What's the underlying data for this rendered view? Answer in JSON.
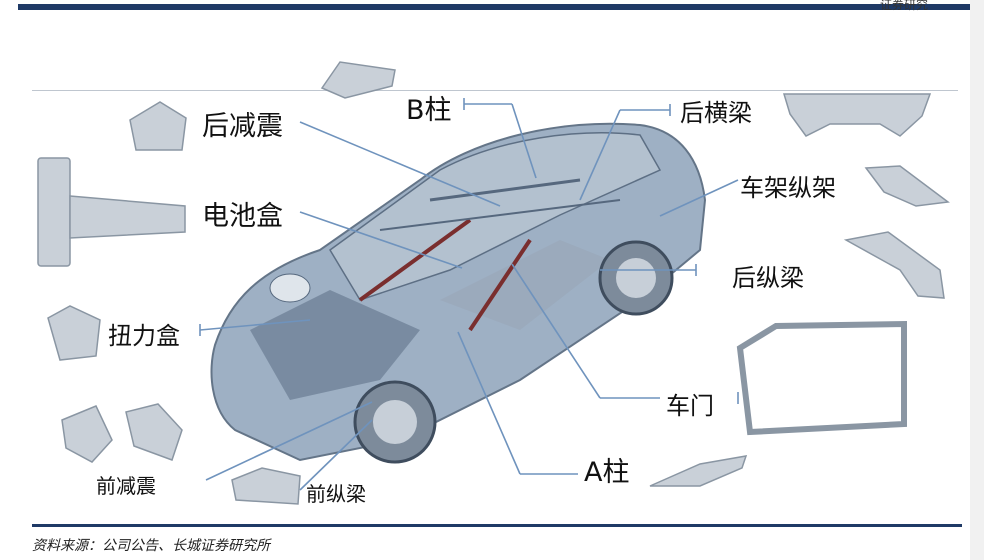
{
  "header_mark": "证券研究",
  "labels": {
    "rear_shock": "后减震",
    "battery_box": "电池盒",
    "torsion_box": "扭力盒",
    "front_shock": "前减震",
    "front_long_beam": "前纵梁",
    "b_pillar": "B柱",
    "rear_cross_beam": "后横梁",
    "frame_long_beam": "车架纵架",
    "rear_long_beam": "后纵梁",
    "door": "车门",
    "a_pillar": "A柱"
  },
  "source_note": "资料来源：公司公告、长城证券研究所",
  "colors": {
    "accent_navy": "#1f3a66",
    "leader_blue": "#6f93bd",
    "car_body": "#8ea3ba",
    "part_gray": "#c9d0d8"
  }
}
